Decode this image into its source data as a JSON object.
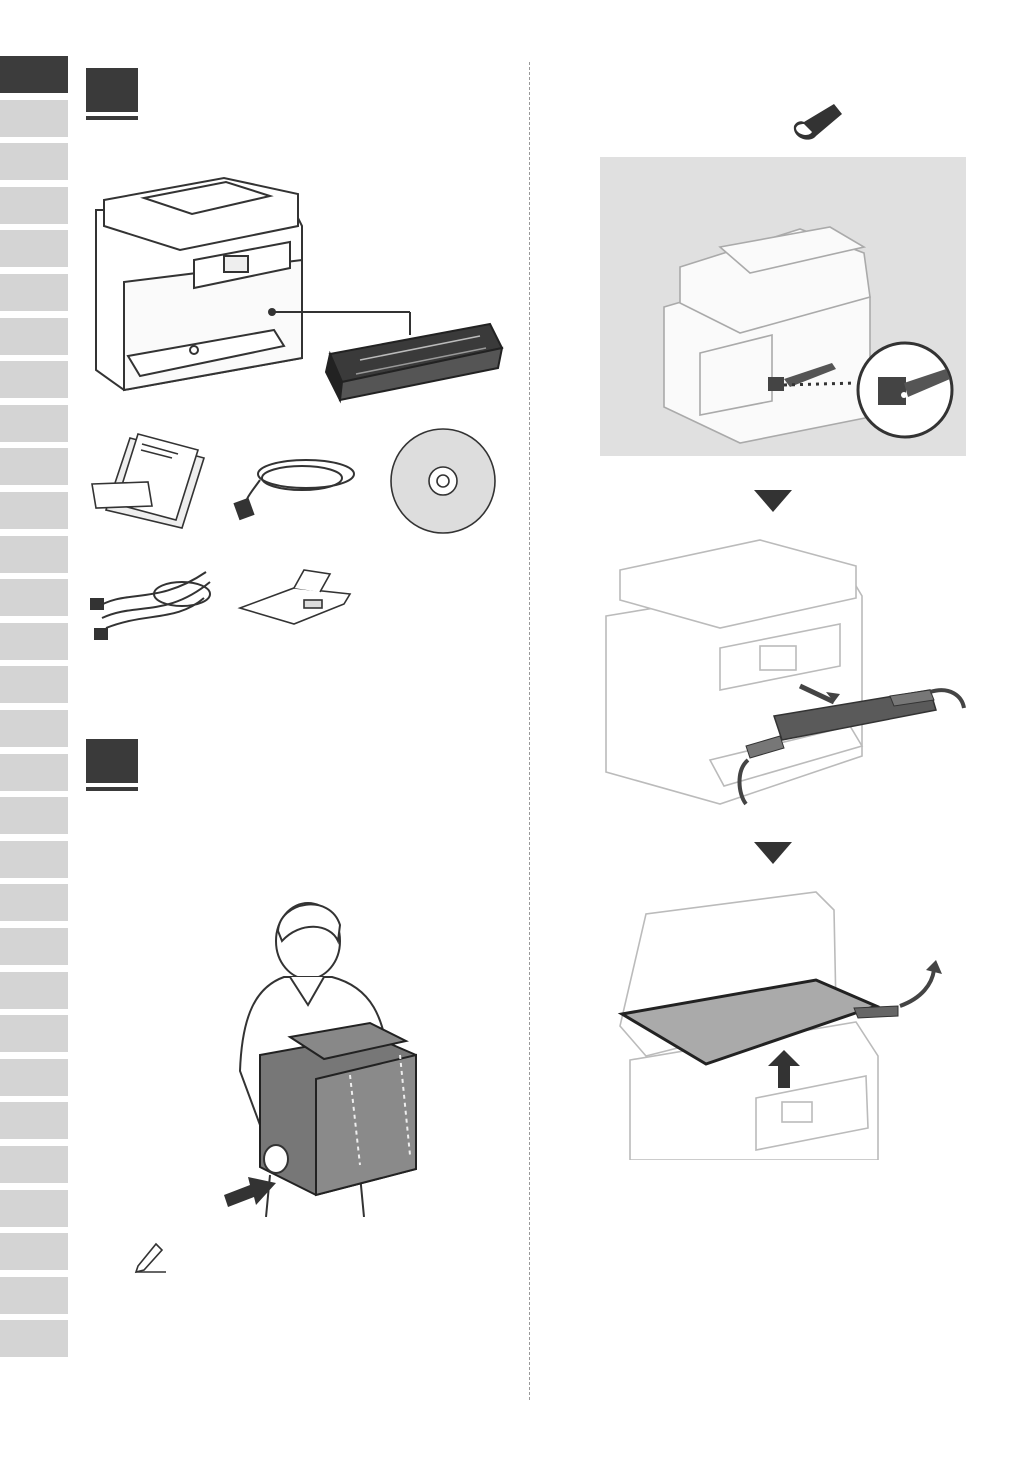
{
  "language_tabs": {
    "count": 30,
    "active_index": 0
  },
  "steps": [
    {
      "id": "step-1"
    },
    {
      "id": "step-2"
    }
  ],
  "colors": {
    "tab_active": "#3c3c3c",
    "tab_inactive": "#d4d4d4",
    "step_box": "#3a3a3a",
    "panel_gray": "#e0e0e0"
  },
  "icons": [
    "tape-icon",
    "pencil-note-icon",
    "down-arrow-icon",
    "push-arrow-icon"
  ]
}
